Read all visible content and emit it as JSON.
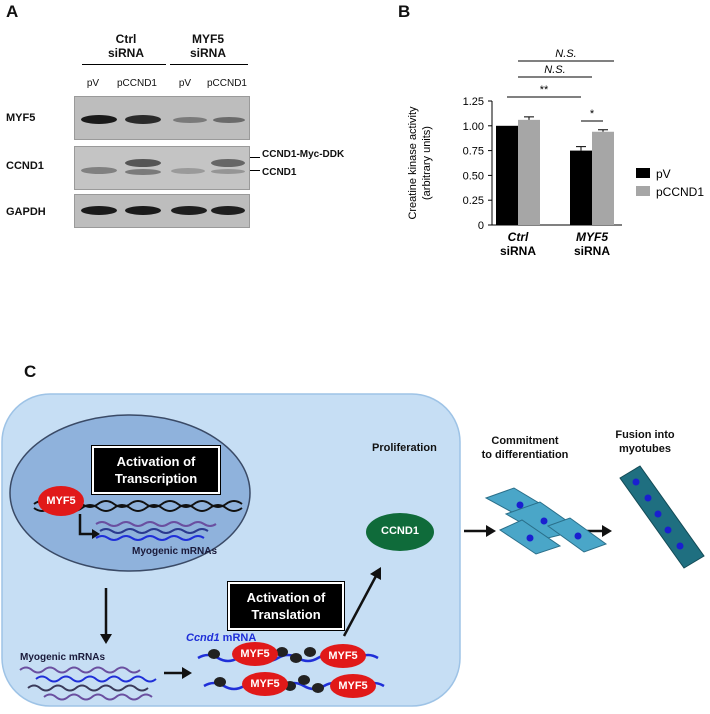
{
  "panels": {
    "a": "A",
    "b": "B",
    "c": "C"
  },
  "panel_a": {
    "groups": [
      {
        "line1": "Ctrl",
        "line2": "siRNA"
      },
      {
        "line1": "MYF5",
        "line2": "siRNA"
      }
    ],
    "lanes": [
      "pV",
      "pCCND1",
      "pV",
      "pCCND1"
    ],
    "rows": [
      "MYF5",
      "CCND1",
      "GAPDH"
    ],
    "band_labels": [
      "CCND1-Myc-DDK",
      "CCND1"
    ]
  },
  "chart_data": {
    "type": "bar",
    "ylabel_line1": "Creatine  kinase activity",
    "ylabel_line2": "(arbitrary  units)",
    "ylim": [
      0,
      1.25
    ],
    "yticks": [
      "0",
      "0.25",
      "0.50",
      "0.75",
      "1.00",
      "1.25"
    ],
    "categories": [
      {
        "line1": "Ctrl",
        "line2": "siRNA"
      },
      {
        "line1": "MYF5",
        "line2": "siRNA"
      }
    ],
    "series": [
      {
        "name": "pV",
        "color": "#000000",
        "values": [
          1.0,
          0.75
        ],
        "errors": [
          0.0,
          0.04
        ]
      },
      {
        "name": "pCCND1",
        "color": "#a6a6a6",
        "values": [
          1.06,
          0.94
        ],
        "errors": [
          0.03,
          0.02
        ]
      }
    ],
    "significance": [
      "N.S.",
      "N.S.",
      "**",
      "*"
    ],
    "legend_position": "right"
  },
  "panel_c": {
    "transcription_box": [
      "Activation of",
      "Transcription"
    ],
    "translation_box": [
      "Activation of",
      "Translation"
    ],
    "myf5": "MYF5",
    "myogenic_mrnas": "Myogenic mRNAs",
    "ccnd1_mrna_italic": "Ccnd1",
    "ccnd1_mrna_rest": " mRNA",
    "proliferation": "Proliferation",
    "ccnd1": "CCND1",
    "commitment": [
      "Commitment",
      "to differentiation"
    ],
    "fusion": [
      "Fusion  into",
      "myotubes"
    ],
    "colors": {
      "cell": "#c6def4",
      "nucleus": "#8fb2dc",
      "myf5": "#e11919",
      "ccnd1": "#0f6b3a",
      "myotube": "#1f6f80",
      "cells_diff": "#4aa6c8"
    }
  }
}
